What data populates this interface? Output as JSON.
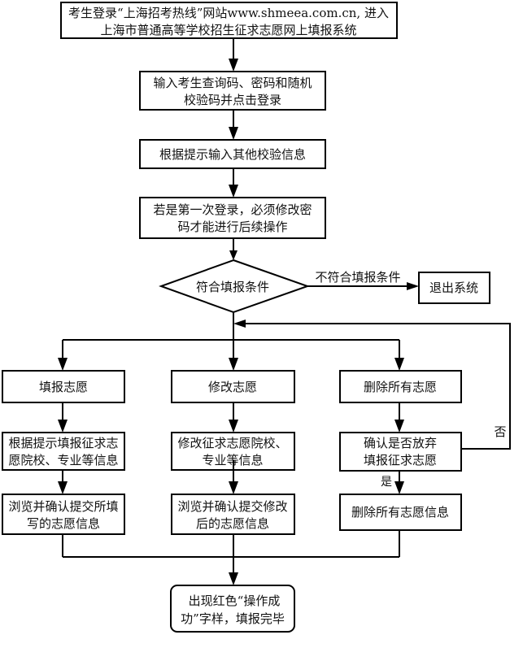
{
  "flowchart": {
    "start": {
      "lines": [
        "考生登录“上海招考热线”网站www.shmeea.com.cn, 进入",
        "上海市普通高等学校招生征求志愿网上填报系统"
      ]
    },
    "login": {
      "lines": [
        "输入考生查询码、密码和随机",
        "校验码并点击登录"
      ]
    },
    "verify": {
      "lines": [
        "根据提示输入其他校验信息"
      ]
    },
    "first_login": {
      "lines": [
        "若是第一次登录，必须修改密",
        "码才能进行后续操作"
      ]
    },
    "decision": {
      "label": "符合填报条件"
    },
    "not_eligible_label": "不符合填报条件",
    "exit": {
      "label": "退出系统"
    },
    "branches": [
      {
        "title": "填报志愿",
        "step1": [
          "根据提示填报征求志",
          "愿院校、专业等信息"
        ],
        "step2": [
          "浏览并确认提交所填",
          "写的志愿信息"
        ]
      },
      {
        "title": "修改志愿",
        "step1": [
          "修改征求志愿院校、",
          "专业等信息"
        ],
        "step2": [
          "浏览并确认提交修改",
          "后的志愿信息"
        ]
      },
      {
        "title": "删除所有志愿",
        "step1": [
          "确认是否放弃",
          "填报征求志愿"
        ],
        "step2": [
          "删除所有志愿信息"
        ]
      }
    ],
    "yes_label": "是",
    "no_label": "否",
    "end": {
      "lines": [
        "出现红色“操作成",
        "功”字样，填报完毕"
      ]
    }
  }
}
